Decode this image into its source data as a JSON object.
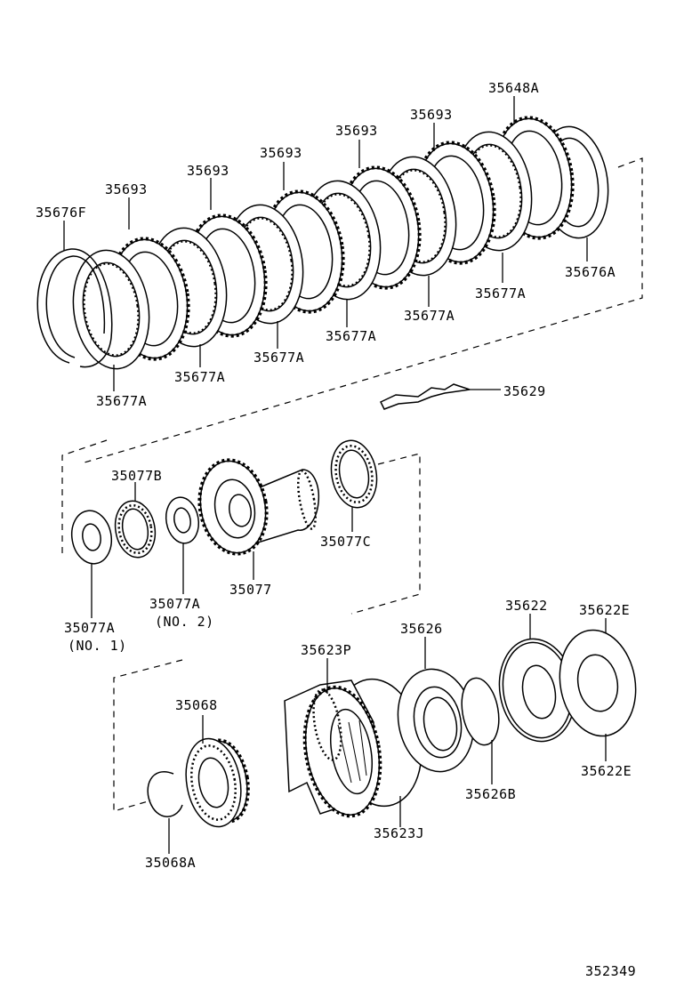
{
  "diagram_id": "352349",
  "labels": {
    "p35676F": "35676F",
    "p35693_1": "35693",
    "p35693_2": "35693",
    "p35693_3": "35693",
    "p35693_4": "35693",
    "p35693_5": "35693",
    "p35648A": "35648A",
    "p35676A": "35676A",
    "p35677A_1": "35677A",
    "p35677A_2": "35677A",
    "p35677A_3": "35677A",
    "p35677A_4": "35677A",
    "p35677A_5": "35677A",
    "p35677A_6": "35677A",
    "p35629": "35629",
    "p35077B": "35077B",
    "p35077C": "35077C",
    "p35077": "35077",
    "p35077A_no2": "35077A",
    "no2": "(NO. 2)",
    "p35077A_no1": "35077A",
    "no1": "(NO. 1)",
    "p35623P": "35623P",
    "p35626": "35626",
    "p35622": "35622",
    "p35622E_1": "35622E",
    "p35622E_2": "35622E",
    "p35626B": "35626B",
    "p35623J": "35623J",
    "p35068": "35068",
    "p35068A": "35068A"
  }
}
